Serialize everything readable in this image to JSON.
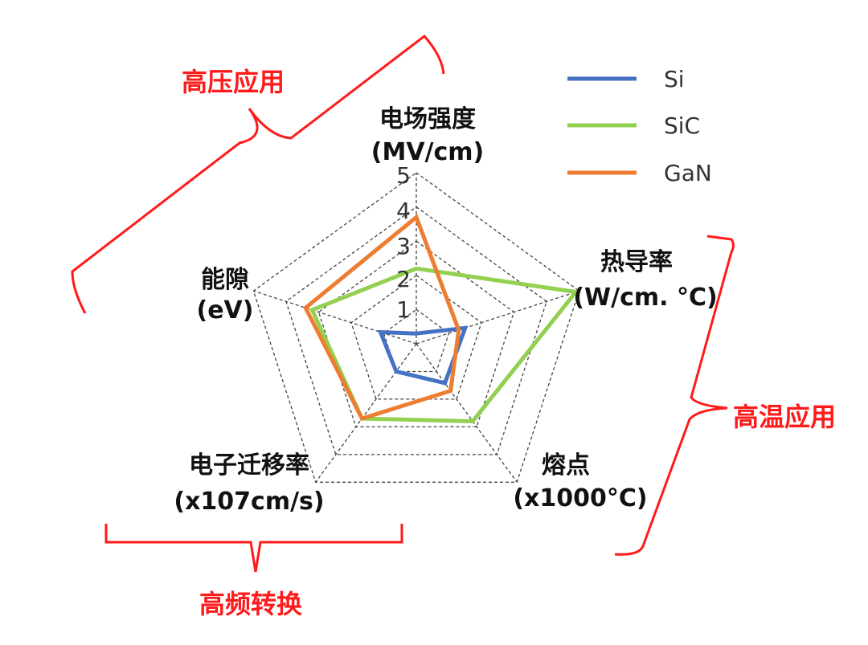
{
  "chart_data": {
    "type": "radar",
    "axes": [
      {
        "name": "电场强度",
        "unit": "(MV/cm)"
      },
      {
        "name": "热导率",
        "unit": "(W/cm. °C)"
      },
      {
        "name": "熔点",
        "unit": "(x1000°C)"
      },
      {
        "name": "电子迁移率",
        "unit": "(x107cm/s)"
      },
      {
        "name": "能隙",
        "unit": "(eV)"
      }
    ],
    "ticks": [
      "1",
      "2",
      "3",
      "4",
      "5"
    ],
    "rmax": 5,
    "series": [
      {
        "name": "Si",
        "color": "#4472c4",
        "values": [
          0.3,
          1.5,
          1.42,
          1.0,
          1.1
        ]
      },
      {
        "name": "SiC",
        "color": "#92d050",
        "values": [
          2.2,
          4.9,
          2.8,
          2.7,
          3.2
        ]
      },
      {
        "name": "GaN",
        "color": "#ed7d31",
        "values": [
          3.7,
          1.3,
          1.7,
          2.7,
          3.4
        ]
      }
    ],
    "legend": "top-right",
    "grid": true
  },
  "annotations": {
    "high_voltage": "高压应用",
    "high_temp": "高温应用",
    "high_freq": "高频转换"
  }
}
